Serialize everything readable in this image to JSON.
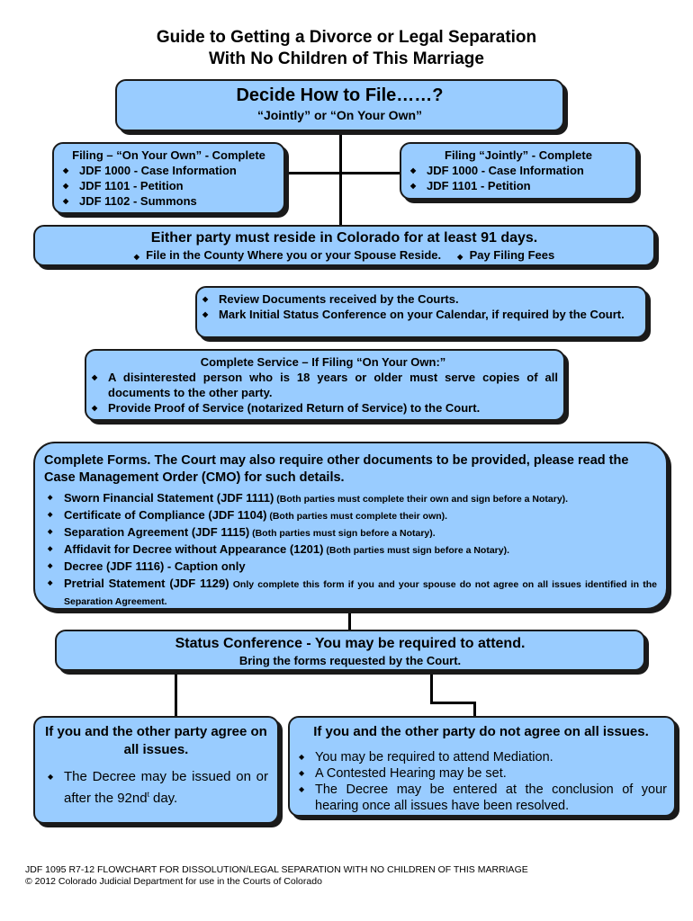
{
  "title": {
    "line1": "Guide to Getting a Divorce or Legal Separation",
    "line2": "With No Children of This Marriage"
  },
  "decide": {
    "heading": "Decide How to File……?",
    "subheading": "“Jointly” or “On Your Own”"
  },
  "own": {
    "heading": "Filing – “On Your Own” - Complete",
    "items": [
      "JDF 1000 - Case Information",
      "JDF 1101 - Petition",
      "JDF 1102 - Summons"
    ]
  },
  "jointly": {
    "heading": "Filing “Jointly” - Complete",
    "items": [
      "JDF 1000 - Case Information",
      "JDF 1101 - Petition"
    ]
  },
  "reside": {
    "heading": "Either party must reside in Colorado for at least 91 days.",
    "item1": "File in the County Where you or your Spouse Reside.",
    "item2": "Pay Filing Fees"
  },
  "review": {
    "item1": "Review Documents received by the Courts.",
    "item2": "Mark Initial Status Conference on your Calendar, if required by the Court."
  },
  "service": {
    "heading": "Complete Service – If Filing “On Your Own:”",
    "items": [
      "A disinterested person who is 18 years or older must serve copies of all documents to the other party.",
      "Provide Proof of Service (notarized Return of Service) to the Court."
    ]
  },
  "forms": {
    "heading": "Complete Forms.  The Court may also require other documents to be provided, please read the Case Management Order (CMO) for such details.",
    "items": [
      {
        "main": "Sworn Financial Statement (JDF 1111)",
        "note": " (Both parties must complete their own and sign before a Notary)."
      },
      {
        "main": "Certificate of Compliance (JDF 1104)",
        "note": " (Both parties must complete their own)."
      },
      {
        "main": "Separation Agreement (JDF 1115)",
        "note": " (Both parties must sign before a Notary)."
      },
      {
        "main": "Affidavit for Decree without Appearance (1201)",
        "note": " (Both parties must sign before a Notary)."
      },
      {
        "main": "Decree (JDF 1116) - Caption only",
        "note": ""
      },
      {
        "main": "Pretrial Statement (JDF 1129)",
        "note": " Only complete this form if you and your spouse do not agree on all issues identified in the Separation Agreement."
      }
    ]
  },
  "status": {
    "heading": "Status Conference - You may be required to attend.",
    "subheading": "Bring the forms requested by the Court."
  },
  "agree": {
    "heading": "If you and the other party agree on all issues.",
    "text_before": "The Decree may be issued on or after the 92nd",
    "sup": "t",
    "text_after": " day."
  },
  "disagree": {
    "heading": "If you and the other party do not agree on all issues.",
    "items": [
      "You may be required to attend Mediation.",
      "A Contested Hearing may be set.",
      "The Decree may be entered at the conclusion of your hearing once all issues have been resolved."
    ]
  },
  "footer": {
    "line1": "JDF 1095   R7-12   FLOWCHART FOR DISSOLUTION/LEGAL SEPARATION WITH NO CHILDREN OF THIS MARRIAGE",
    "line2": "© 2012 Colorado Judicial Department for use in the Courts of Colorado"
  }
}
